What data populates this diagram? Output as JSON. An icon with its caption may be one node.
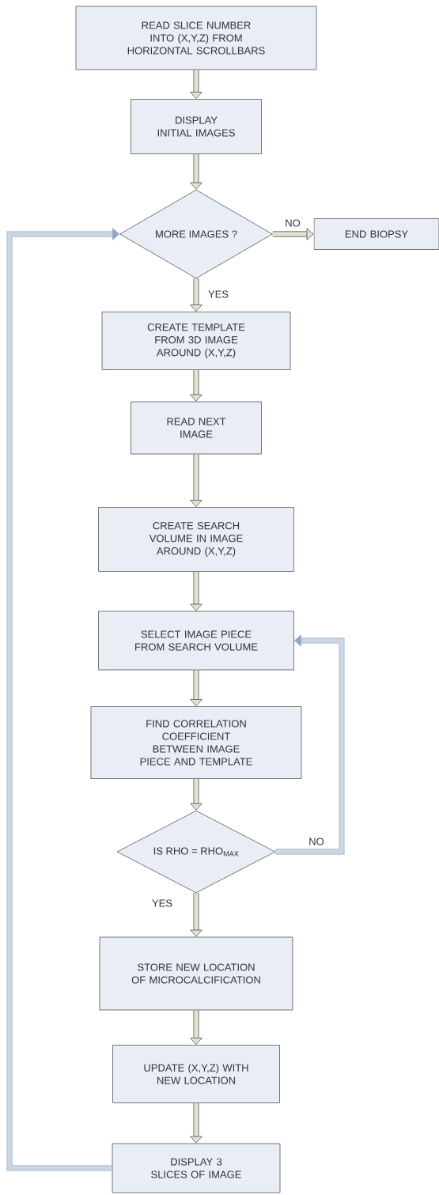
{
  "diagram": {
    "nodes": [
      {
        "text": [
          "READ SLICE NUMBER INTO (X,Y,Z) FROM HORIZONTAL SCROLLBARS"
        ]
      },
      {
        "text": [
          "DISPLAY INITIAL IMAGES"
        ]
      },
      {
        "text": [
          "MORE IMAGES ?"
        ]
      },
      {
        "text": [
          "END BIOPSY"
        ]
      },
      {
        "text": [
          "CREATE TEMPLATE FROM 3D IMAGE AROUND (X,Y,Z)"
        ]
      },
      {
        "text": [
          "READ NEXT IMAGE"
        ]
      },
      {
        "text": [
          "CREATE SEARCH VOLUME IN IMAGE AROUND (X,Y,Z)"
        ]
      },
      {
        "text": [
          "SELECT IMAGE PIECE FROM SEARCH VOLUME"
        ]
      },
      {
        "text": [
          "FIND CORRELATION COEFFICIENT BETWEEN IMAGE PIECE AND TEMPLATE"
        ]
      },
      {
        "text": [
          "IS RHO = RHO$_{MAX}$"
        ]
      },
      {
        "text": [
          "STORE NEW LOCATION OF MICROCALCIFICATION"
        ]
      },
      {
        "text": [
          "UPDATE (X,Y,Z) WITH NEW LOCATION"
        ]
      },
      {
        "text": [
          "DISPLAY 3 SLICES OF IMAGE"
        ]
      }
    ],
    "edges": [
      {
        "from": 0,
        "to": 1,
        "arrow": "to"
      },
      {
        "from": 1,
        "to": 2,
        "arrow": "to"
      },
      {
        "from": 2,
        "to": 3,
        "arrow": "to",
        "label": "NO"
      },
      {
        "from": 2,
        "to": 4,
        "arrow": "to",
        "label": "YES"
      },
      {
        "from": 4,
        "to": 5,
        "arrow": "to"
      },
      {
        "from": 5,
        "to": 6,
        "arrow": "to"
      },
      {
        "from": 6,
        "to": 7,
        "arrow": "to"
      },
      {
        "from": 7,
        "to": 8,
        "arrow": "to"
      },
      {
        "from": 8,
        "to": 9,
        "arrow": "to"
      },
      {
        "from": 9,
        "to": 7,
        "arrow": "to",
        "label": "NO",
        "color": "#8fa6c4"
      },
      {
        "from": 9,
        "to": 10,
        "arrow": "to",
        "label": "YES"
      },
      {
        "from": 10,
        "to": 11,
        "arrow": "to"
      },
      {
        "from": 11,
        "to": 12,
        "arrow": "to"
      },
      {
        "from": 12,
        "to": 2,
        "arrow": "to",
        "color": "#8fa6c4"
      }
    ]
  }
}
